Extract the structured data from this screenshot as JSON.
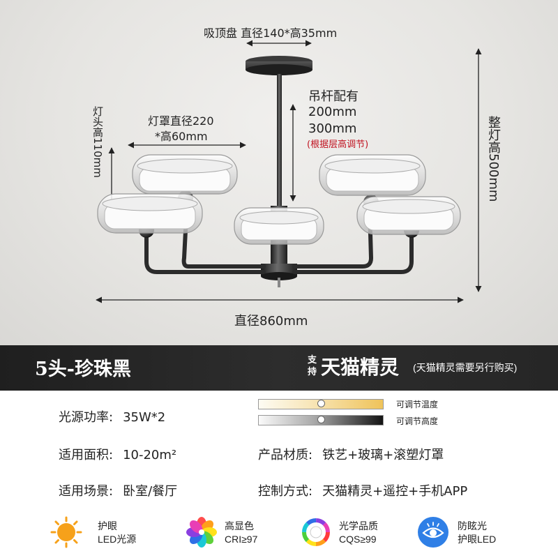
{
  "hero": {
    "ceiling_plate": "吸顶盘 直径140*高35mm",
    "rod_title": "吊杆配有",
    "rod_200": "200mm",
    "rod_300": "300mm",
    "rod_note": "(根据层高调节)",
    "shade_dim_1": "灯罩直径220",
    "shade_dim_2": "*高60mm",
    "head_height": "灯头高110mm",
    "total_height": "整灯高500mm",
    "diameter": "直径860mm"
  },
  "banner": {
    "model": "5头-珍珠黑",
    "support": "支持",
    "brand": "天猫精灵",
    "note": "(天猫精灵需要另行购买)"
  },
  "specs": {
    "power_label": "光源功率:",
    "power_value": "35W*2",
    "area_label": "适用面积:",
    "area_value": "10-20m²",
    "scene_label": "适用场景:",
    "scene_value": "卧室/餐厅",
    "material_label": "产品材质:",
    "material_value": "铁艺+玻璃+滚塑灯罩",
    "control_label": "控制方式:",
    "control_value": "天猫精灵+遥控+手机APP",
    "bar_temp_label": "可调节温度",
    "bar_bright_label": "可调节高度"
  },
  "bars": {
    "temp_knob_fraction": 0.5,
    "bright_knob_fraction": 0.5
  },
  "features": [
    {
      "icon": "sun-icon",
      "line1": "护眼",
      "line2": "LED光源"
    },
    {
      "icon": "color-petal-icon",
      "line1": "高显色",
      "line2": "CRI≥97"
    },
    {
      "icon": "color-wheel-icon",
      "line1": "光学品质",
      "line2": "CQS≥99"
    },
    {
      "icon": "eye-icon",
      "line1": "防眩光",
      "line2": "护眼LED"
    }
  ],
  "colors": {
    "accent_red": "#c0121f",
    "banner_bg": "#262626",
    "sun": "#f6a11a",
    "eye_blue": "#2f7fe6"
  }
}
